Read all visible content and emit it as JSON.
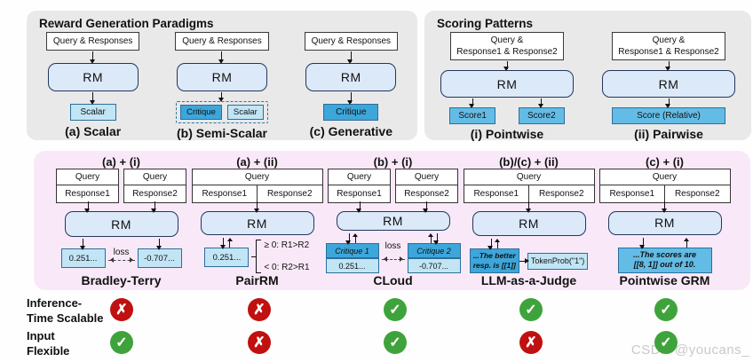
{
  "reward_generation": {
    "title": "Reward Generation Paradigms",
    "input_label": "Query & Responses",
    "rm_label": "RM",
    "scalar_label": "Scalar",
    "critique_label": "Critique",
    "captions": {
      "a": "(a) Scalar",
      "b": "(b) Semi-Scalar",
      "c": "(c) Generative"
    }
  },
  "scoring_patterns": {
    "title": "Scoring Patterns",
    "input_line1": "Query &",
    "input_line2": "Response1 & Response2",
    "rm_label": "RM",
    "pointwise": {
      "score1": "Score1",
      "score2": "Score2",
      "caption": "(i) Pointwise"
    },
    "pairwise": {
      "score": "Score (Relative)",
      "caption": "(ii) Pairwise"
    }
  },
  "combinations": {
    "bradley_terry": {
      "header": "(a) + (i)",
      "table1": {
        "query": "Query",
        "response": "Response1"
      },
      "table2": {
        "query": "Query",
        "response": "Response2"
      },
      "rm_label": "RM",
      "score1": "0.251...",
      "score2": "-0.707...",
      "loss_label": "loss",
      "caption": "Bradley-Terry"
    },
    "pairrm": {
      "header": "(a) + (ii)",
      "table": {
        "query": "Query",
        "response1": "Response1",
        "response2": "Response2"
      },
      "rm_label": "RM",
      "score": "0.251...",
      "rule1": "≥ 0: R1>R2",
      "rule2": "< 0: R2>R1",
      "caption": "PairRM"
    },
    "cloud": {
      "header": "(b) + (i)",
      "table1": {
        "query": "Query",
        "response": "Response1"
      },
      "table2": {
        "query": "Query",
        "response": "Response2"
      },
      "rm_label": "RM",
      "critique1": "Critique 1",
      "score1": "0.251...",
      "critique2": "Critique 2",
      "score2": "-0.707...",
      "loss_label": "loss",
      "caption": "CLoud"
    },
    "llm_judge": {
      "header": "(b)/(c) + (ii)",
      "table": {
        "query": "Query",
        "response1": "Response1",
        "response2": "Response2"
      },
      "rm_label": "RM",
      "gen_line1": "...The better",
      "gen_line2": "resp. is [[1]]",
      "tokenprob": "TokenProb(\"1\")",
      "caption": "LLM-as-a-Judge"
    },
    "pointwise_grm": {
      "header": "(c) + (i)",
      "table": {
        "query": "Query",
        "response1": "Response1",
        "response2": "Response2"
      },
      "rm_label": "RM",
      "gen_line1": "...The scores are",
      "gen_line2": "[[8, 1]] out of 10.",
      "caption": "Pointwise GRM"
    }
  },
  "features": {
    "row1": {
      "label_line1": "Inference-",
      "label_line2": "Time Scalable",
      "values": [
        "no",
        "no",
        "yes",
        "yes",
        "yes"
      ]
    },
    "row2": {
      "label_line1": "Input",
      "label_line2": "Flexible",
      "values": [
        "yes",
        "no",
        "yes",
        "no",
        "yes"
      ]
    }
  },
  "icons": {
    "check": "✓",
    "cross": "✗"
  },
  "watermark": "CSDN @youcans_",
  "colors": {
    "panel_gray": "#e9e9e9",
    "panel_pink": "#f9e9f8",
    "rm_fill": "#dce9f8",
    "rm_border": "#22375c",
    "box_light": "#c2e5f5",
    "box_mid": "#63bce6",
    "box_dark": "#3da6da",
    "box_border": "#2d6e99",
    "check_green": "#3fa33c",
    "cross_red": "#c01010"
  }
}
